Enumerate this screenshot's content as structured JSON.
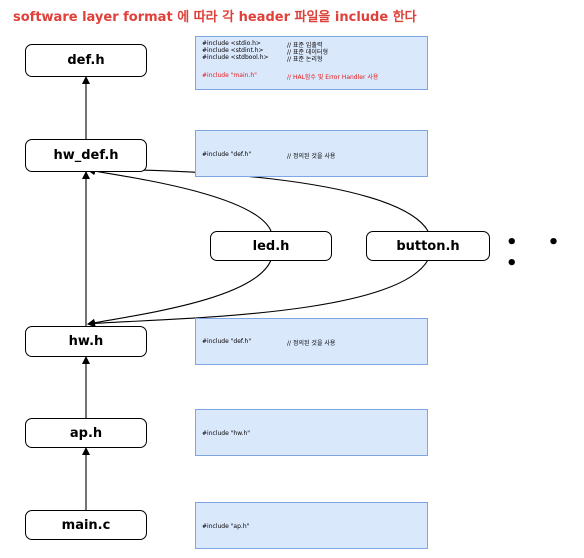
{
  "title": "software layer format 에 따라 각 header 파일을 include 한다",
  "nodes": {
    "def_h": "def.h",
    "hw_def_h": "hw_def.h",
    "led_h": "led.h",
    "button_h": "button.h",
    "hw_h": "hw.h",
    "ap_h": "ap.h",
    "main_c": "main.c",
    "ellipsis": "• • •"
  },
  "notes": {
    "def_h": [
      {
        "code": "#include <stdio.h>",
        "comment": "// 표준 입출력"
      },
      {
        "code": "#include <stdint.h>",
        "comment": "// 표준 데이터형"
      },
      {
        "code": "#include <stdbool.h>",
        "comment": "// 표준 논리형"
      },
      {
        "code": "#include \"main.h\"",
        "comment": "// HAL함수 및 Error Handler 사용"
      }
    ],
    "hw_def_h": {
      "code": "#include \"def.h\"",
      "comment": "// 정의된 것을 사용"
    },
    "hw_h": {
      "code": "#include \"def.h\"",
      "comment": "// 정의된 것을 사용"
    },
    "ap_h": {
      "code": "#include \"hw.h\""
    },
    "main_c": {
      "code": "#include \"ap.h\""
    }
  },
  "colors": {
    "title": "#e0403a",
    "note_fill": "#dae8fc",
    "note_border": "#7ea6e0",
    "highlight": "#e21b1b"
  }
}
